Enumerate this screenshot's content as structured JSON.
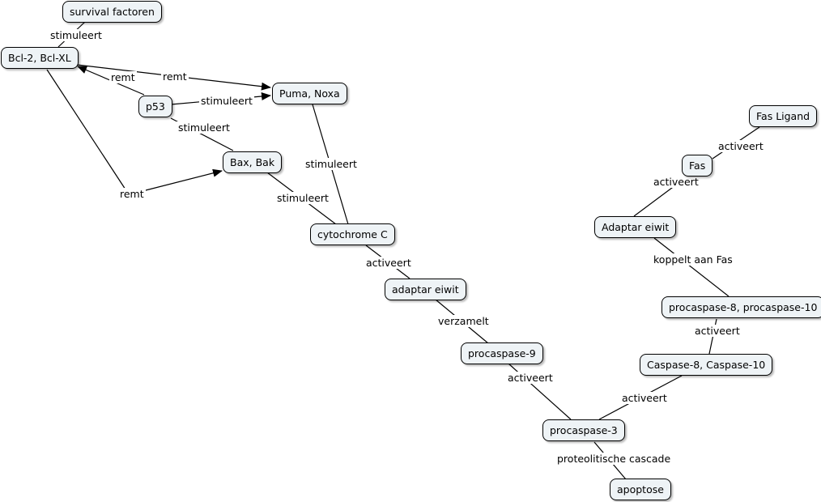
{
  "colors": {
    "node_fill": "#eef3f6",
    "node_border": "#000000",
    "line": "#000000",
    "background": "#ffffff"
  },
  "nodes": {
    "survival_factoren": "survival factoren",
    "bcl2": "Bcl-2, Bcl-XL",
    "p53": "p53",
    "puma_noxa": "Puma, Noxa",
    "bax_bak": "Bax, Bak",
    "cytochrome_c": "cytochrome C",
    "adaptar_eiwit_lower": "adaptar eiwit",
    "procaspase9": "procaspase-9",
    "procaspase3": "procaspase-3",
    "apoptose": "apoptose",
    "fas_ligand": "Fas Ligand",
    "fas": "Fas",
    "adaptar_eiwit_upper": "Adaptar eiwit",
    "procaspase8_10": "procaspase-8, procaspase-10",
    "caspase8_10": "Caspase-8, Caspase-10"
  },
  "labels": {
    "stimuleert_survival": "stimuleert",
    "remt_bcl_puma": "remt",
    "remt_p53_bcl": "remt",
    "stimuleert_p53_puma": "stimuleert",
    "stimuleert_p53_bax": "stimuleert",
    "remt_bcl_bax": "remt",
    "stimuleert_puma_cyt": "stimuleert",
    "stimuleert_bax_cyt": "stimuleert",
    "activeert_cyt_adaptar": "activeert",
    "verzamelt": "verzamelt",
    "activeert_pc9_pc3": "activeert",
    "proteolitische_cascade": "proteolitische cascade",
    "activeert_fasligand_fas": "activeert",
    "activeert_fas_adaptar": "activeert",
    "koppelt_aan_fas": "koppelt aan Fas",
    "activeert_pc810_c810": "activeert",
    "activeert_c810_pc3": "activeert"
  }
}
